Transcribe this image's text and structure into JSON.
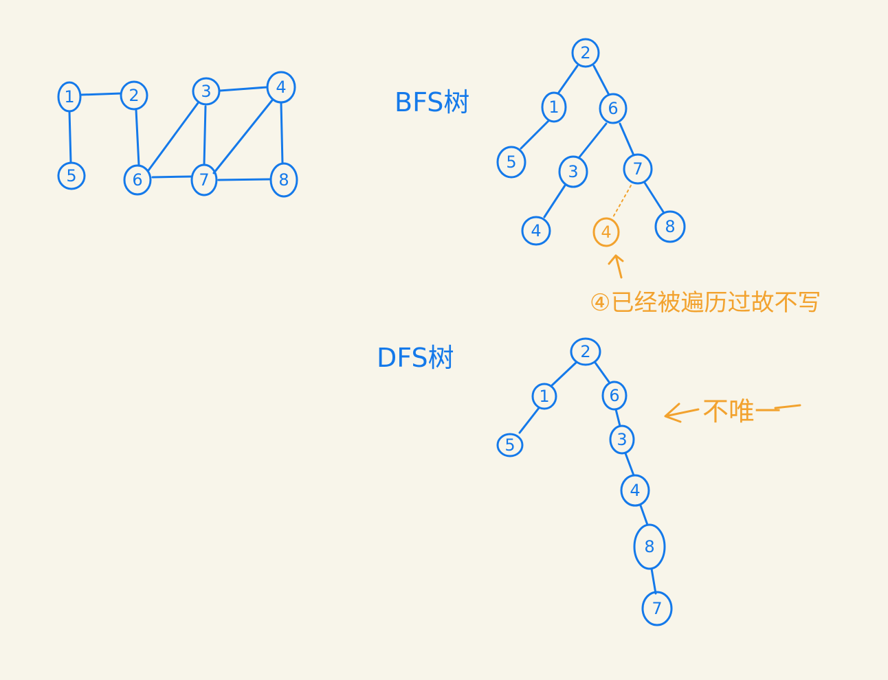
{
  "titles": {
    "bfs": "BFS树",
    "dfs": "DFS树"
  },
  "notes": {
    "visited": "④已经被遍历过故不写",
    "not_unique": "不唯一"
  },
  "colors": {
    "ink_blue": "#1479ea",
    "ink_orange": "#f2a22e",
    "paper": "#f8f5ea"
  },
  "graph": {
    "nodes": [
      "1",
      "2",
      "3",
      "4",
      "5",
      "6",
      "7",
      "8"
    ],
    "edges": [
      [
        "1",
        "2"
      ],
      [
        "1",
        "5"
      ],
      [
        "2",
        "6"
      ],
      [
        "3",
        "4"
      ],
      [
        "3",
        "6"
      ],
      [
        "3",
        "7"
      ],
      [
        "4",
        "7"
      ],
      [
        "4",
        "8"
      ],
      [
        "6",
        "7"
      ],
      [
        "7",
        "8"
      ]
    ]
  },
  "bfs_tree": {
    "nodes": [
      "2",
      "1",
      "6",
      "5",
      "3",
      "7",
      "4",
      "4",
      "8"
    ],
    "edges": [
      [
        "2",
        "1"
      ],
      [
        "2",
        "6"
      ],
      [
        "1",
        "5"
      ],
      [
        "6",
        "3"
      ],
      [
        "6",
        "7"
      ],
      [
        "3",
        "4"
      ],
      [
        "7",
        "8"
      ]
    ],
    "skipped": {
      "node": "4",
      "parent": "7"
    }
  },
  "dfs_tree": {
    "nodes": [
      "2",
      "1",
      "6",
      "5",
      "3",
      "4",
      "8",
      "7"
    ],
    "edges": [
      [
        "2",
        "1"
      ],
      [
        "2",
        "6"
      ],
      [
        "1",
        "5"
      ],
      [
        "6",
        "3"
      ],
      [
        "3",
        "4"
      ],
      [
        "4",
        "8"
      ],
      [
        "8",
        "7"
      ]
    ]
  }
}
